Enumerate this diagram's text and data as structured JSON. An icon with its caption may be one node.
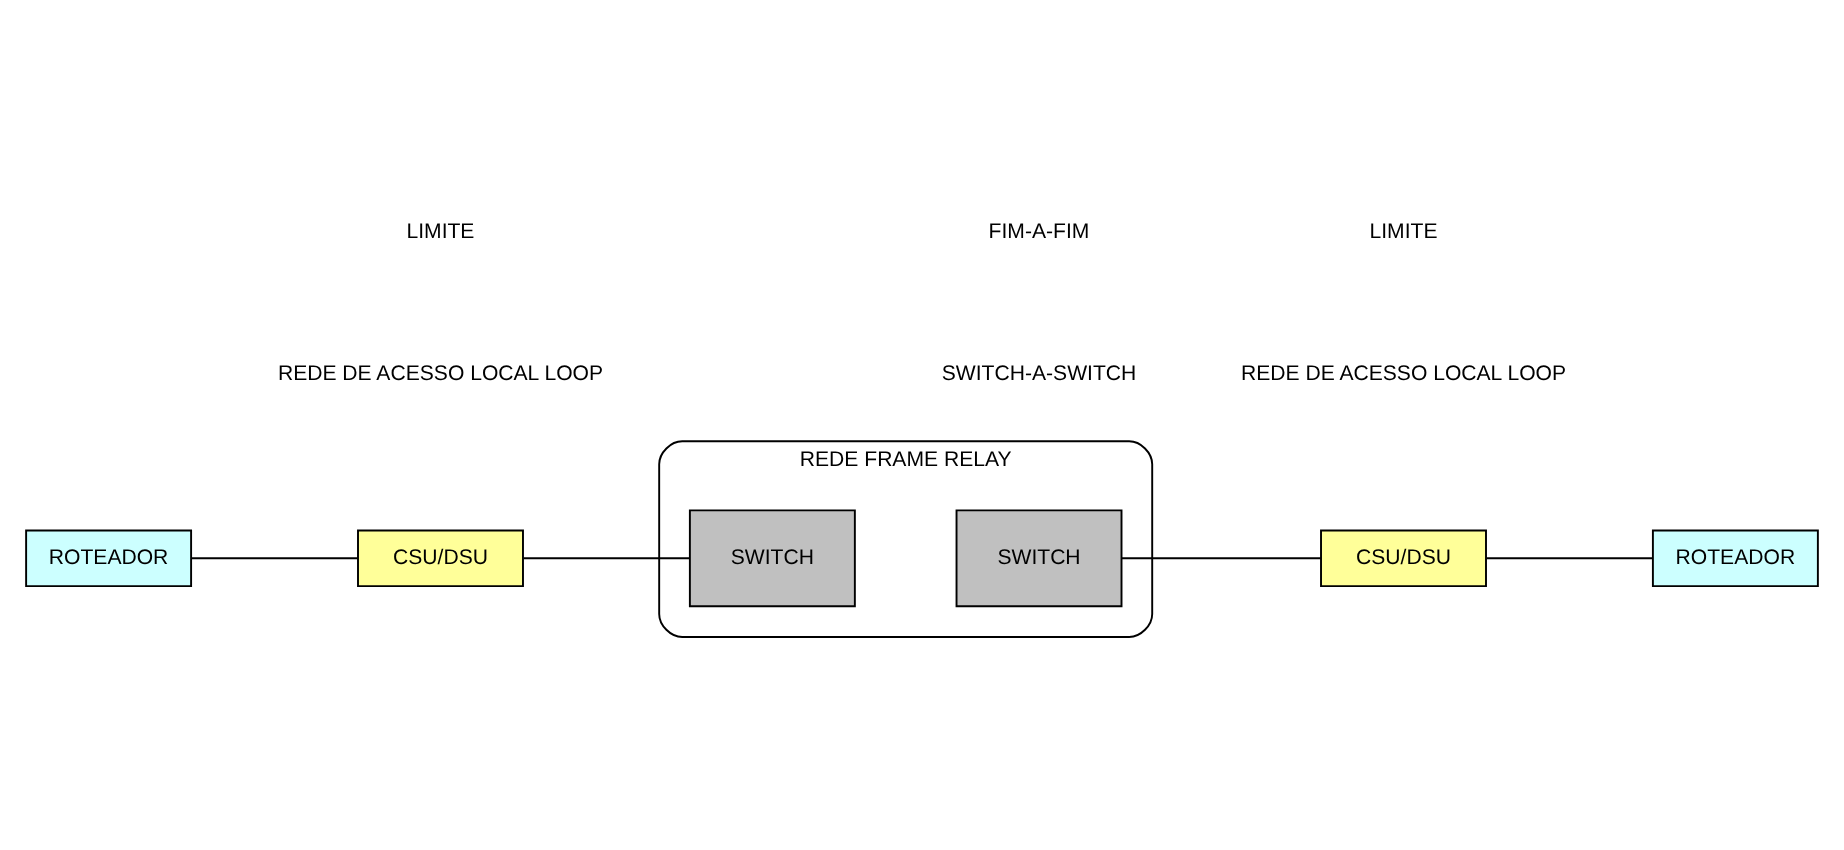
{
  "diagram": {
    "nodes": [
      {
        "text": [
          "ROTEADOR"
        ]
      },
      {
        "text": [
          "CSU/DSU"
        ]
      },
      {
        "text": [
          "REDE FRAME RELAY"
        ]
      },
      {
        "text": [
          "SWITCH"
        ],
        "in": 2
      },
      {
        "text": [
          "SWITCH"
        ],
        "in": 2
      },
      {
        "text": [
          "CSU/DSU"
        ]
      },
      {
        "text": [
          "ROTEADOR"
        ]
      }
    ],
    "edges": [
      {
        "from": 0,
        "to": 1,
        "arrow": "none"
      },
      {
        "from": 1,
        "to": 3,
        "arrow": "none"
      },
      {
        "from": 4,
        "to": 5,
        "arrow": "none"
      },
      {
        "from": 5,
        "to": 6,
        "arrow": "none"
      }
    ],
    "labels": [
      "REDE DE ACESSO LOCAL LOOP",
      "REDE DE ACESSO LOCAL LOOP",
      "LIMITE",
      "LIMITE",
      "SWITCH-A-SWITCH",
      "FIM-A-FIM"
    ]
  }
}
